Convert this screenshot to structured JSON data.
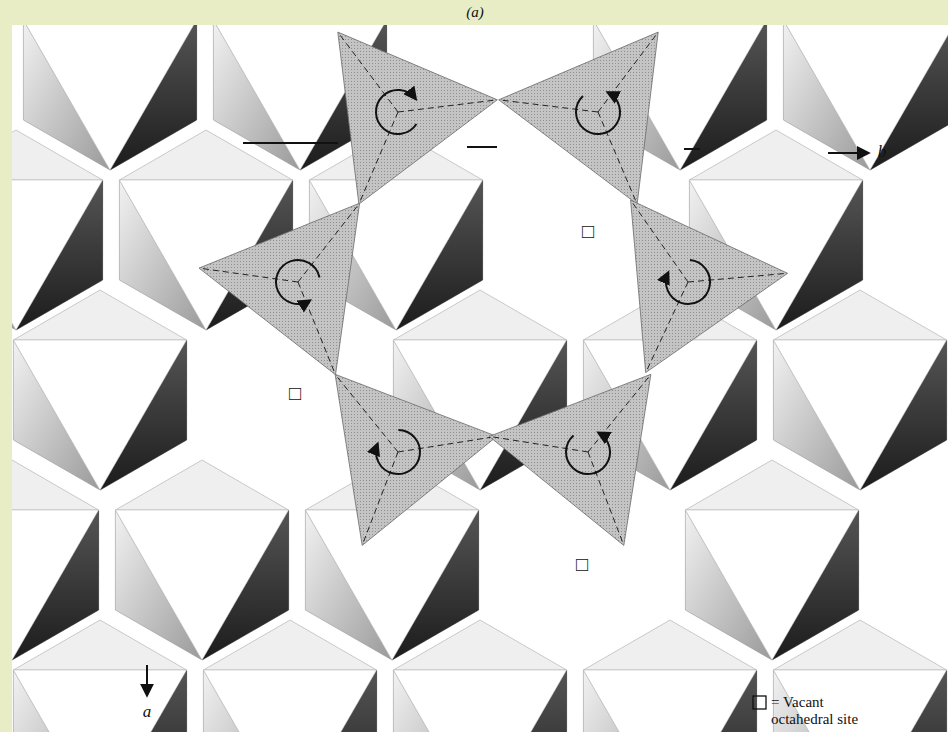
{
  "diagram": {
    "labels": [
      "(a)",
      "b",
      "a",
      "□",
      "□",
      "□"
    ],
    "legend": [
      {
        "text": "= Vacant octahedral site"
      }
    ]
  }
}
